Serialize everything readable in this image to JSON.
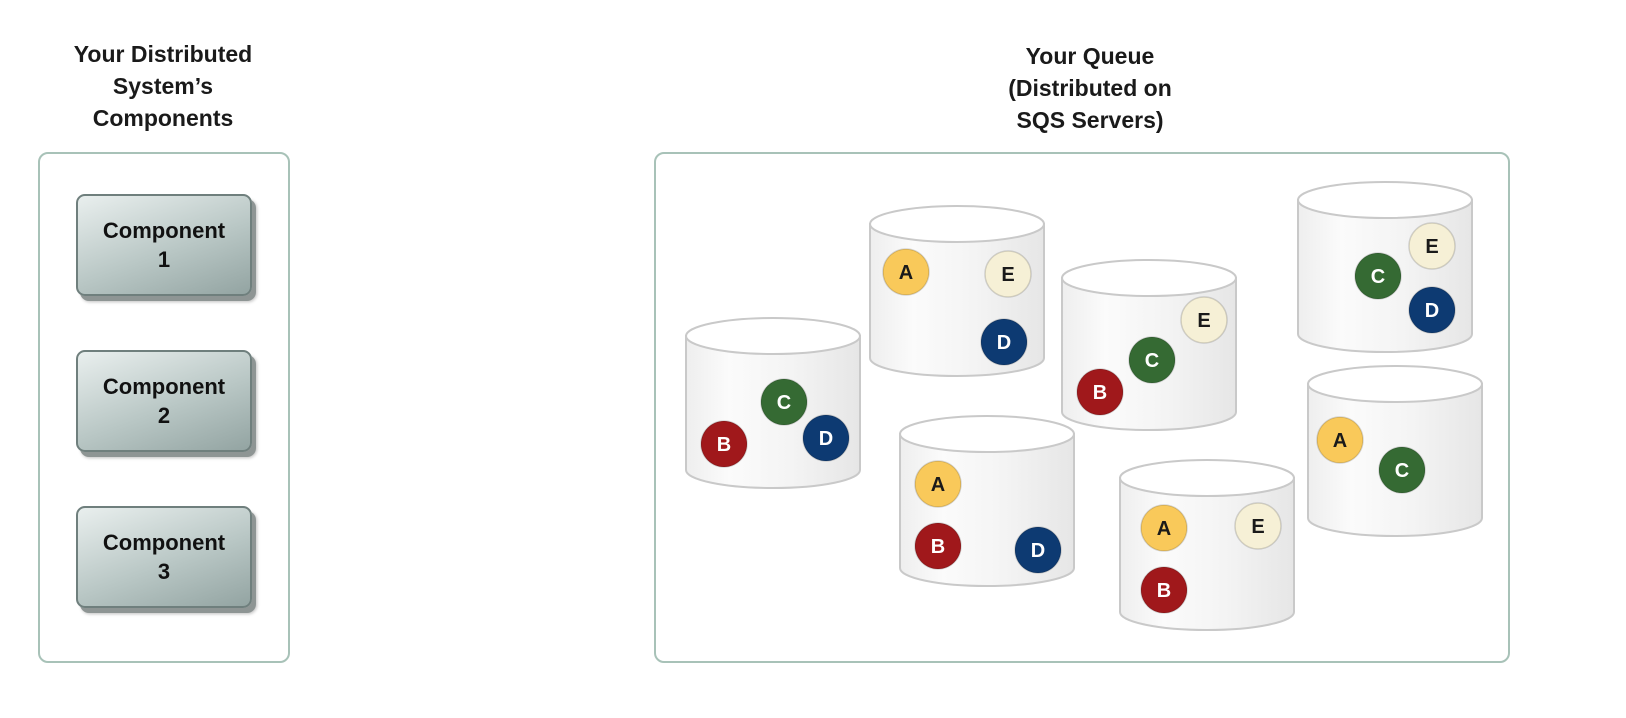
{
  "titles": {
    "components": "Your Distributed\nSystem’s\nComponents",
    "queue": "Your Queue\n(Distributed on\nSQS Servers)"
  },
  "components": [
    {
      "label": "Component\n1"
    },
    {
      "label": "Component\n2"
    },
    {
      "label": "Component\n3"
    }
  ],
  "message_colors": {
    "A": {
      "fill": "#f9c95a",
      "text": "#1a1a1a"
    },
    "B": {
      "fill": "#a0181b",
      "text": "#ffffff"
    },
    "C": {
      "fill": "#356a33",
      "text": "#ffffff"
    },
    "D": {
      "fill": "#0d3a72",
      "text": "#ffffff"
    },
    "E": {
      "fill": "#f6f0d6",
      "text": "#1a1a1a"
    }
  },
  "servers": [
    {
      "messages": [
        "C",
        "B",
        "D"
      ]
    },
    {
      "messages": [
        "A",
        "E",
        "D"
      ]
    },
    {
      "messages": [
        "A",
        "B",
        "D"
      ]
    },
    {
      "messages": [
        "E",
        "C",
        "B"
      ]
    },
    {
      "messages": [
        "A",
        "E",
        "B"
      ]
    },
    {
      "messages": [
        "E",
        "C",
        "D"
      ]
    },
    {
      "messages": [
        "A",
        "C"
      ]
    }
  ]
}
